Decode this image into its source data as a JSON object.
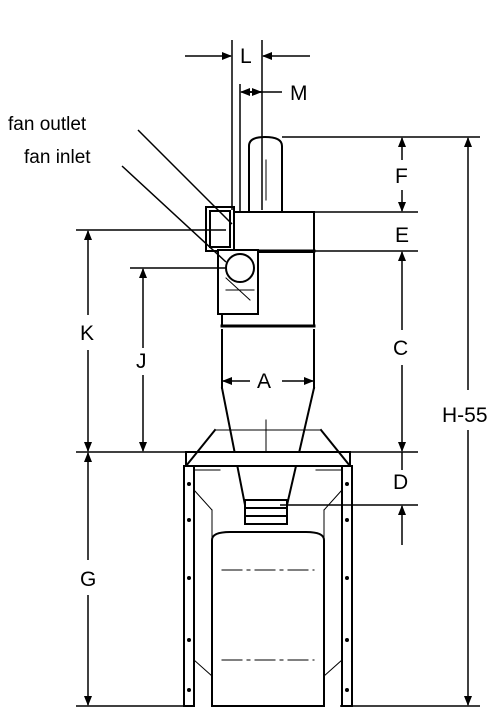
{
  "callouts": {
    "fan_outlet": "fan outlet",
    "fan_inlet": "fan inlet"
  },
  "dimensions": {
    "L": "L",
    "M": "M",
    "F": "F",
    "E": "E",
    "K": "K",
    "J": "J",
    "C": "C",
    "A": "A",
    "H": "H-55",
    "D": "D",
    "G": "G"
  },
  "colors": {
    "ink": "#000000",
    "background": "#ffffff"
  }
}
